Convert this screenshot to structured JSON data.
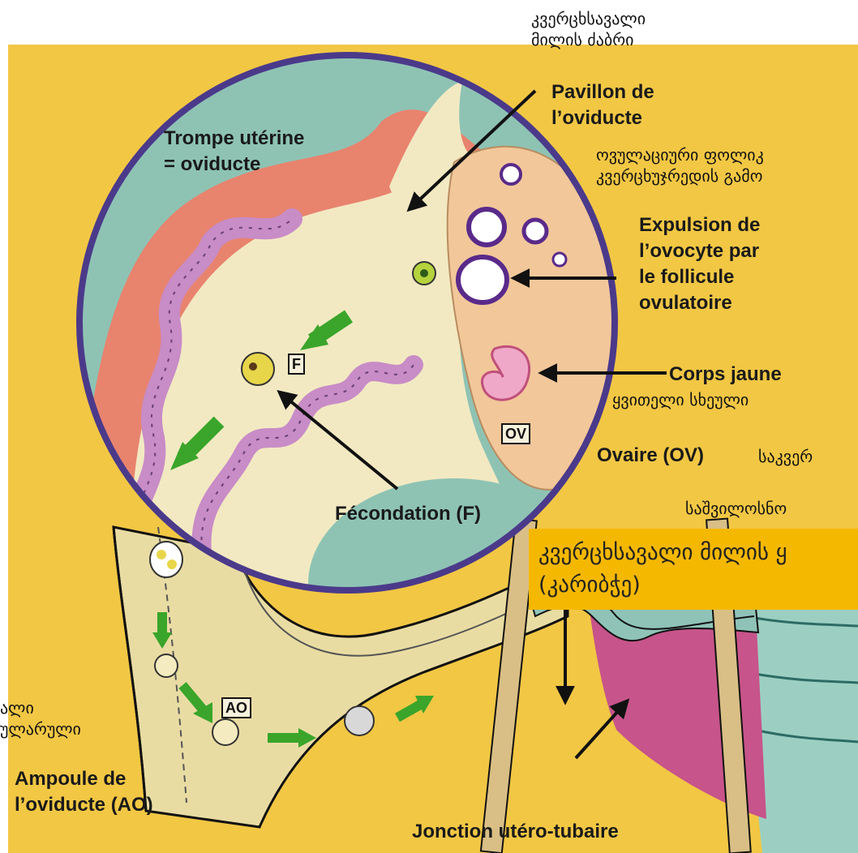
{
  "labels": {
    "pavillon": [
      "Pavillon de",
      "l’oviducte"
    ],
    "trompe": [
      "Trompe utérine",
      "= oviducte"
    ],
    "expulsion": [
      "Expulsion de",
      "l’ovocyte par",
      "le follicule",
      "ovulatoire"
    ],
    "corps_jaune": "Corps jaune",
    "ovaire": "Ovaire (OV)",
    "fecondation": "Fécondation (F)",
    "ampoule": [
      "Ampoule de",
      "l’oviducte (AO)"
    ],
    "jonction": "Jonction utéro-tubaire"
  },
  "georgian": {
    "top": [
      "კვერცხსავალი",
      "მილის ძაბრი"
    ],
    "follicle": [
      "ოვულაციური ფოლიკ",
      "კვერცხუჯრედის გამო"
    ],
    "corps": "ყვითელი სხეული",
    "ovary": "საკვერ",
    "uterus": "საშვილოსნო",
    "left": [
      "ალი",
      "ულარული"
    ]
  },
  "callout": {
    "line1": "კვერცხსავალი მილის ყ",
    "line2": "(კარიბჭე)"
  },
  "markers": {
    "f": "F",
    "ov": "OV",
    "ao": "AO"
  },
  "colors": {
    "background_yellow": "#f2c744",
    "callout_orange": "#f5b800",
    "tube_lining_pink": "#e8836e",
    "epithelium_purple": "#c88cc6",
    "cavity_cream": "#f2e9c2",
    "ovary_peach": "#f2c79a",
    "teal": "#8ec3b4",
    "arrow_green": "#3aa52a",
    "rim_purple": "#4b3a8a"
  }
}
